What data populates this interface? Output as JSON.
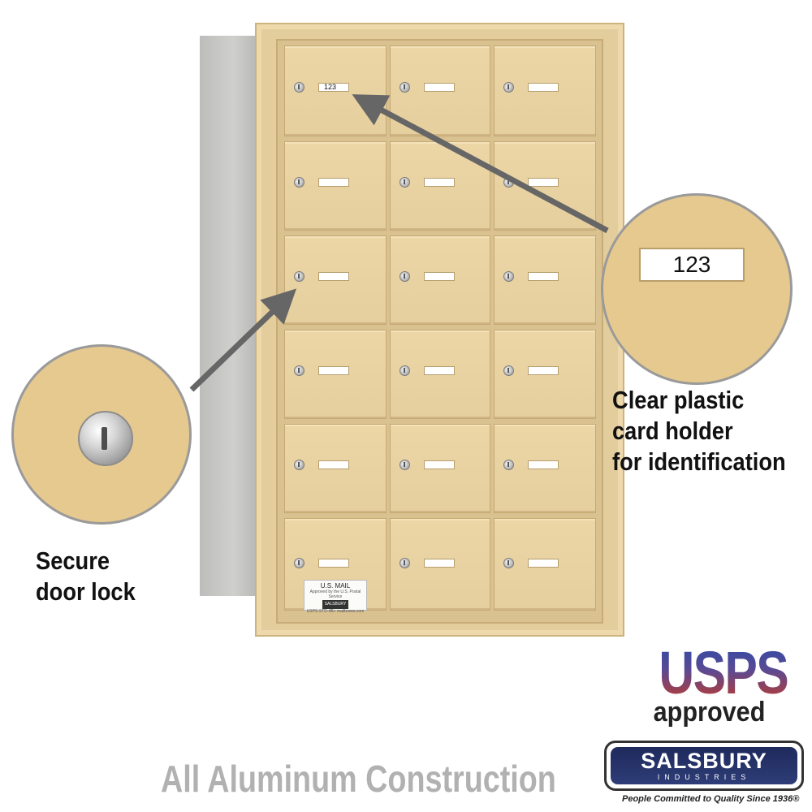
{
  "product": {
    "box_number_label": "123",
    "mail_label": {
      "title": "U.S. MAIL",
      "small_text": "Approved by the U.S. Postal Service",
      "brand": "SALSBURY",
      "model_code": "USPS-STD-4B+",
      "website": "mailboxes.com"
    }
  },
  "callouts": {
    "lock": {
      "caption_line1": "Secure",
      "caption_line2": "door lock"
    },
    "card_holder": {
      "zoom_number": "123",
      "caption_line1": "Clear plastic",
      "caption_line2": "card holder",
      "caption_line3": "for identification"
    }
  },
  "footer": {
    "construction": "All Aluminum Construction",
    "usps_word": "USPS",
    "usps_approved": "approved",
    "brand_name": "SALSBURY",
    "brand_sub": "INDUSTRIES",
    "tagline": "People Committed to Quality Since 1936®"
  },
  "colors": {
    "finish_sandstone": "#e6cf9e",
    "side_gray": "#c4c4c2",
    "arrow": "#666666",
    "usps_blue": "#2f4aa6",
    "usps_red": "#c0392b",
    "brand_navy": "#1f2a5c"
  },
  "icons": [
    "lock-icon",
    "arrow-icon"
  ]
}
